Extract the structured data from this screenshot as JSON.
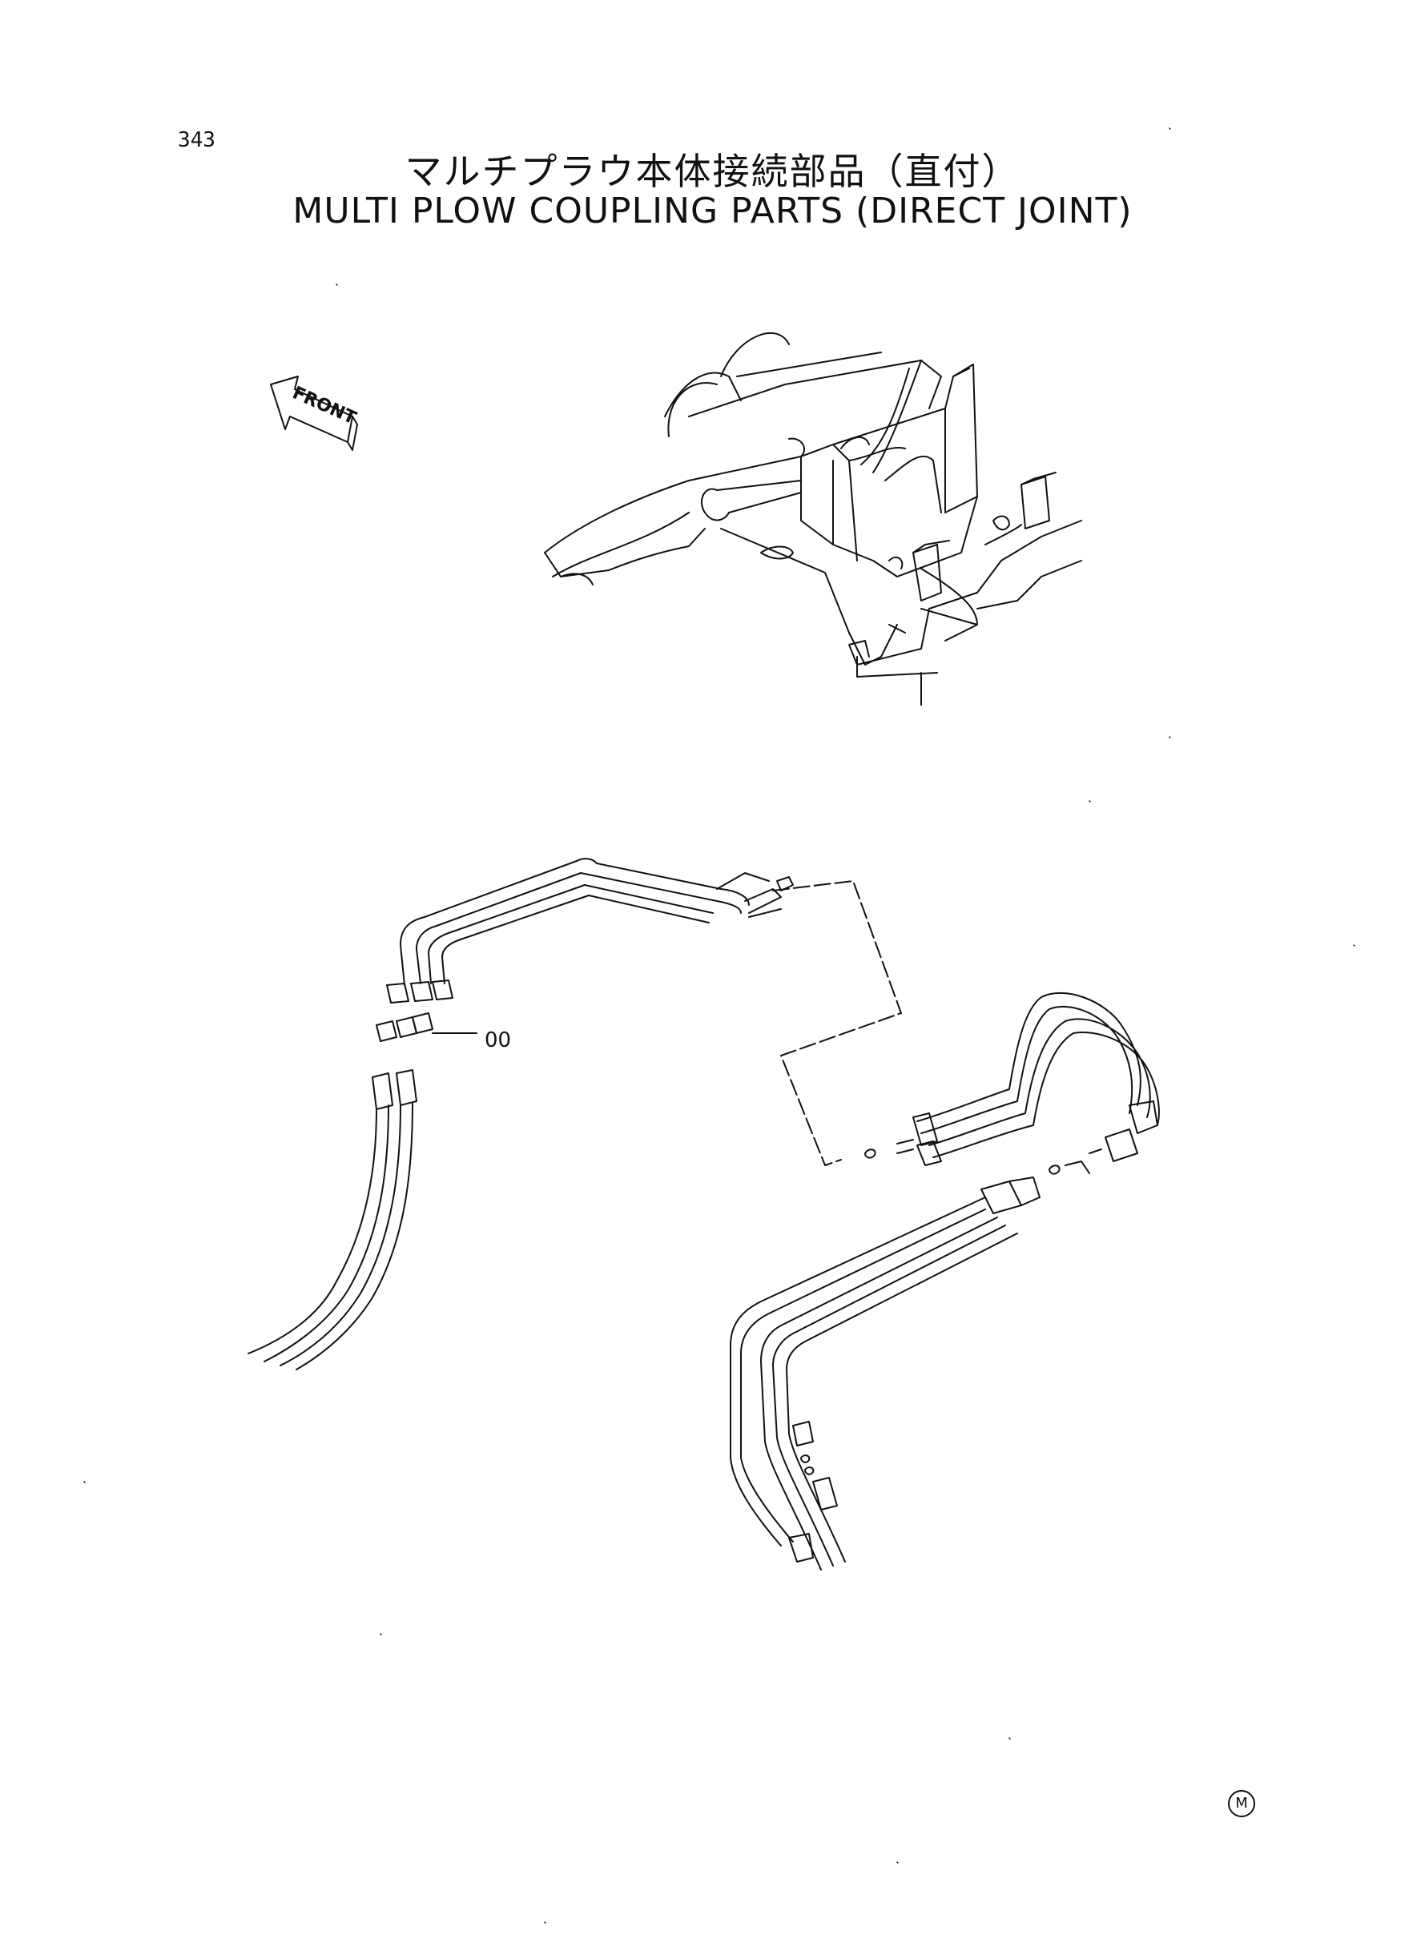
{
  "page": {
    "number": "343"
  },
  "title": {
    "japanese": "マルチプラウ本体接続部品（直付）",
    "english": "MULTI PLOW COUPLING PARTS (DIRECT JOINT)"
  },
  "diagram": {
    "front_arrow_label": "FRONT",
    "part_reference": "00",
    "corner_mark": "M"
  }
}
